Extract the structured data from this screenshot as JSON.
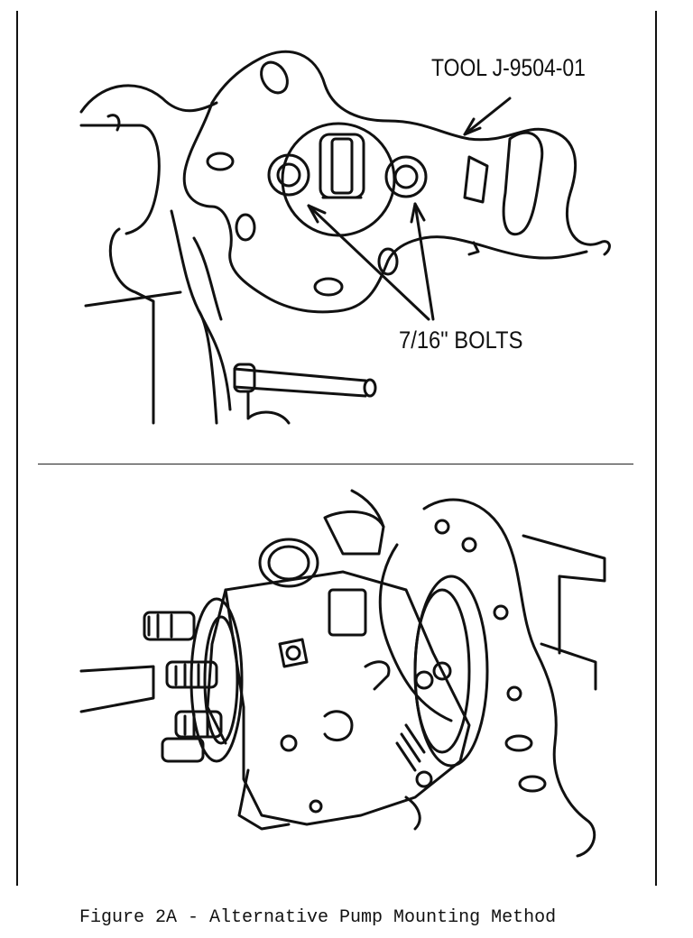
{
  "figure": {
    "caption": "Figure 2A - Alternative Pump Mounting Method",
    "callouts": {
      "tool": "TOOL J-9504-01",
      "bolts": "7/16\" BOLTS"
    }
  },
  "icons": {
    "top_panel": "pump-mounting-tool-line-drawing",
    "bottom_panel": "injection-pump-line-drawing"
  },
  "colors": {
    "ink": "#111111",
    "paper": "#ffffff"
  }
}
